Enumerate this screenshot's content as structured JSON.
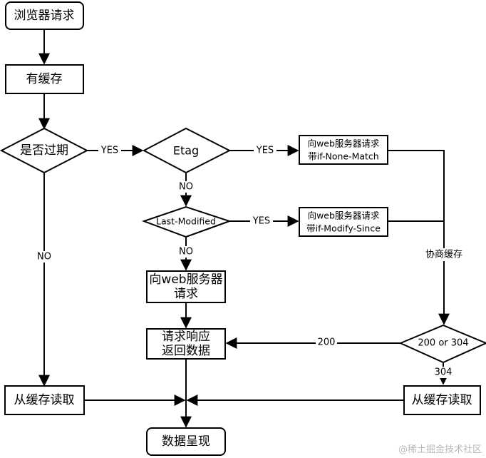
{
  "nodes": {
    "browser_request": "浏览器请求",
    "has_cache": "有缓存",
    "is_expired": "是否过期",
    "etag": "Etag",
    "request_if_none_match_line1": "向web服务器请求",
    "request_if_none_match_line2": "带if-None-Match",
    "last_modified": "Last-Modified",
    "request_if_modify_since_line1": "向web服务器请求",
    "request_if_modify_since_line2": "带if-Modify-Since",
    "web_server_request_line1": "向web服务器",
    "web_server_request_line2": "请求",
    "response_line1": "请求响应",
    "response_line2": "返回数据",
    "status_200_or_304": "200 or 304",
    "read_cache_left": "从缓存读取",
    "read_cache_right": "从缓存读取",
    "render_data": "数据呈现"
  },
  "edge_labels": {
    "expired_yes": "YES",
    "expired_no": "NO",
    "etag_yes": "YES",
    "etag_no": "NO",
    "last_modified_yes": "YES",
    "last_modified_no": "NO",
    "negotiate_cache": "协商缓存",
    "status_200": "200",
    "status_304": "304"
  },
  "watermark": "@稀土掘金技术社区"
}
